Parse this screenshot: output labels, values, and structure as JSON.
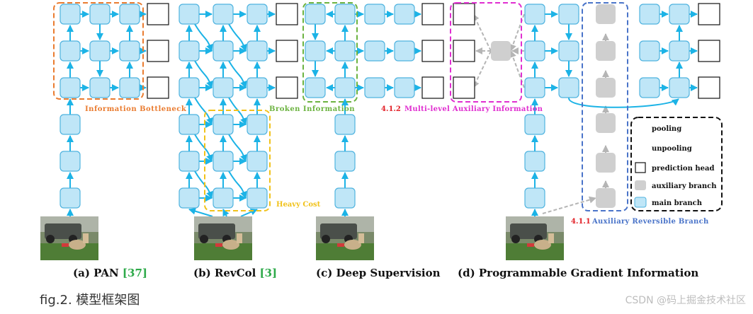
{
  "figure_caption": "fig.2. 模型框架图",
  "watermark": "CSDN @码上掘金技术社区",
  "colors": {
    "node_fill": "#bfe6f7",
    "node_stroke": "#4fb3df",
    "arrow": "#1cb3e6",
    "aux_fill": "#cfcfcf",
    "aux_arrow": "#b5b5b5",
    "info_bottleneck": "#ea7c30",
    "broken_info": "#6cb340",
    "heavy_cost": "#f1c21a",
    "multilevel_aux": "#e02ed0",
    "aux_reversible": "#4a74c9",
    "label_red": "#e21f26",
    "ref_green": "#2eaa4a",
    "legend_border": "#111111"
  },
  "panels": [
    {
      "letter": "(a)",
      "name": "PAN",
      "ref": "[37]"
    },
    {
      "letter": "(b)",
      "name": "RevCol",
      "ref": "[3]"
    },
    {
      "letter": "(c)",
      "name": "Deep Supervision",
      "ref": ""
    },
    {
      "letter": "(d)",
      "name": "Programmable Gradient Information",
      "ref": ""
    }
  ],
  "annotations": {
    "information_bottleneck": "Information Bottleneck",
    "broken_information": "Broken Information",
    "heavy_cost": "Heavy Cost",
    "multilevel_num": "4.1.2",
    "multilevel_text": "Multi-level Auxiliary Information",
    "reversible_num": "4.1.1",
    "reversible_text": "Auxiliary Reversible Branch"
  },
  "legend": [
    {
      "icon": "pooling-arrow-icon",
      "label": "pooling"
    },
    {
      "icon": "unpooling-arrow-icon",
      "label": "unpooling"
    },
    {
      "icon": "prediction-head-icon",
      "label": "prediction head"
    },
    {
      "icon": "auxiliary-branch-icon",
      "label": "auxiliary branch"
    },
    {
      "icon": "main-branch-icon",
      "label": "main branch"
    }
  ]
}
